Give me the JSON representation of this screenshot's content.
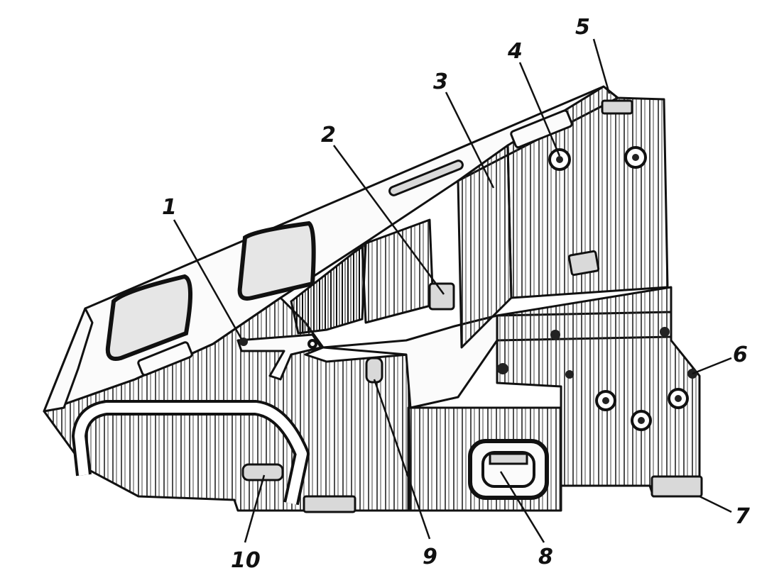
{
  "figure": {
    "callouts": [
      {
        "id": "1",
        "label": "1"
      },
      {
        "id": "2",
        "label": "2"
      },
      {
        "id": "3",
        "label": "3"
      },
      {
        "id": "4",
        "label": "4"
      },
      {
        "id": "5",
        "label": "5"
      },
      {
        "id": "6",
        "label": "6"
      },
      {
        "id": "7",
        "label": "7"
      },
      {
        "id": "8",
        "label": "8"
      },
      {
        "id": "9",
        "label": "9"
      },
      {
        "id": "10",
        "label": "10"
      }
    ],
    "colors": {
      "ink": "#111111",
      "paper": "#ffffff"
    }
  }
}
